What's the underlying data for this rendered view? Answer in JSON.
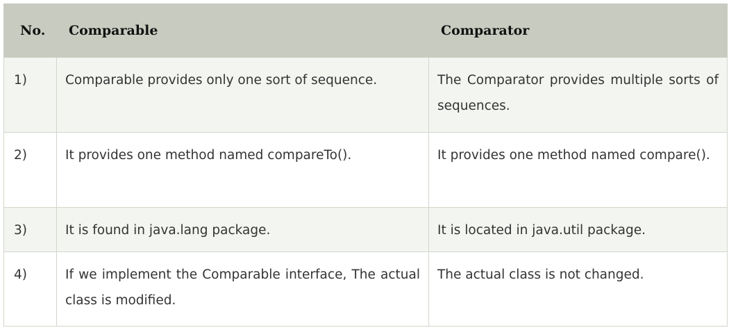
{
  "table": {
    "headers": {
      "no": "No.",
      "comparable": "Comparable",
      "comparator": "Comparator"
    },
    "rows": [
      {
        "no": "1)",
        "comparable": "Comparable provides only one sort of sequence.",
        "comparator": "The Comparator provides multiple sorts of sequences."
      },
      {
        "no": "2)",
        "comparable": "It provides one method named compareTo().",
        "comparator": "It provides one method named compare()."
      },
      {
        "no": "3)",
        "comparable": "It is found in java.lang package.",
        "comparator": "It is located in java.util package."
      },
      {
        "no": "4)",
        "comparable": "If we implement the Comparable interface, The actual class is modified.",
        "comparator": "The actual class is not changed."
      }
    ]
  },
  "colors": {
    "header_bg": "#c8ccc0",
    "alt_row_bg": "#f3f5f1",
    "border": "#d2d6ca",
    "text": "#333333"
  }
}
